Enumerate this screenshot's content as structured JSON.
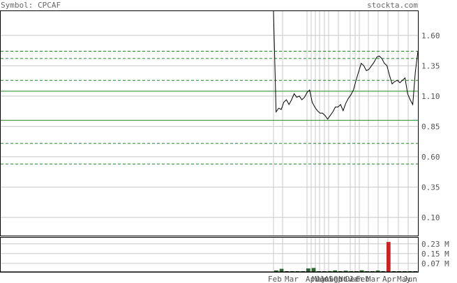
{
  "header": {
    "symbol_text": "Symbol: CPCAF",
    "brand": "stockta.com"
  },
  "colors": {
    "price_line": "#000000",
    "solid_level": "#228822",
    "dashed_level": "#228822",
    "grid": "#c8c8c8",
    "volume_up": "#2d6a2d",
    "volume_spike": "#cc2222",
    "frame": "#000000"
  },
  "chart_data": [
    {
      "type": "line",
      "title": "",
      "series_name": "",
      "y_ticks": [
        "1.60",
        "1.35",
        "1.10",
        "0.85",
        "0.60",
        "0.35",
        "0.10"
      ],
      "y_tick_values": [
        1.6,
        1.35,
        1.1,
        0.85,
        0.6,
        0.35,
        0.1
      ],
      "ylim": [
        -0.05,
        1.8
      ],
      "x_tick_labels": [
        "Feb",
        "Mar",
        "Apr",
        "May",
        "Jun",
        "Jul",
        "Aug",
        "Sep",
        "Oct",
        "Nov",
        "Dec",
        "Jan",
        "Feb",
        "Mar",
        "Apr",
        "May",
        "Jun"
      ],
      "grid": true,
      "solid_levels": [
        1.14,
        0.9
      ],
      "dashed_levels": [
        1.47,
        1.41,
        1.23,
        0.71,
        0.54
      ],
      "series": [
        {
          "values": [
            1.8,
            0.97,
            1.0,
            0.99,
            1.05,
            1.07,
            1.03,
            1.07,
            1.12,
            1.09,
            1.1,
            1.07,
            1.09,
            1.13,
            1.15,
            1.05,
            1.01,
            0.98,
            0.96,
            0.96,
            0.94,
            0.91,
            0.94,
            0.97,
            1.01,
            1.01,
            1.03,
            0.98,
            1.04,
            1.08,
            1.11,
            1.15,
            1.23,
            1.3,
            1.37,
            1.35,
            1.31,
            1.32,
            1.35,
            1.38,
            1.42,
            1.43,
            1.41,
            1.37,
            1.35,
            1.27,
            1.2,
            1.22,
            1.23,
            1.21,
            1.23,
            1.25,
            1.12,
            1.07,
            1.03,
            1.3,
            1.47
          ]
        }
      ]
    },
    {
      "type": "bar",
      "title": "",
      "y_ticks": [
        "0.23 M",
        "0.15 M",
        "0.07 M"
      ],
      "y_tick_values": [
        0.23,
        0.15,
        0.07
      ],
      "ylim": [
        0,
        0.28
      ],
      "grid": true,
      "series": [
        {
          "values": [
            0.012,
            0.025,
            0.002,
            0.005,
            0.004,
            0.003,
            0.028,
            0.032,
            0.004,
            0.003,
            0.006,
            0.012,
            0.005,
            0.01,
            0.004,
            0.003,
            0.013,
            0.004,
            0.003,
            0.011,
            0.005,
            0.245,
            0.004,
            0.003,
            0.002,
            0.003,
            0.004
          ]
        }
      ]
    }
  ]
}
